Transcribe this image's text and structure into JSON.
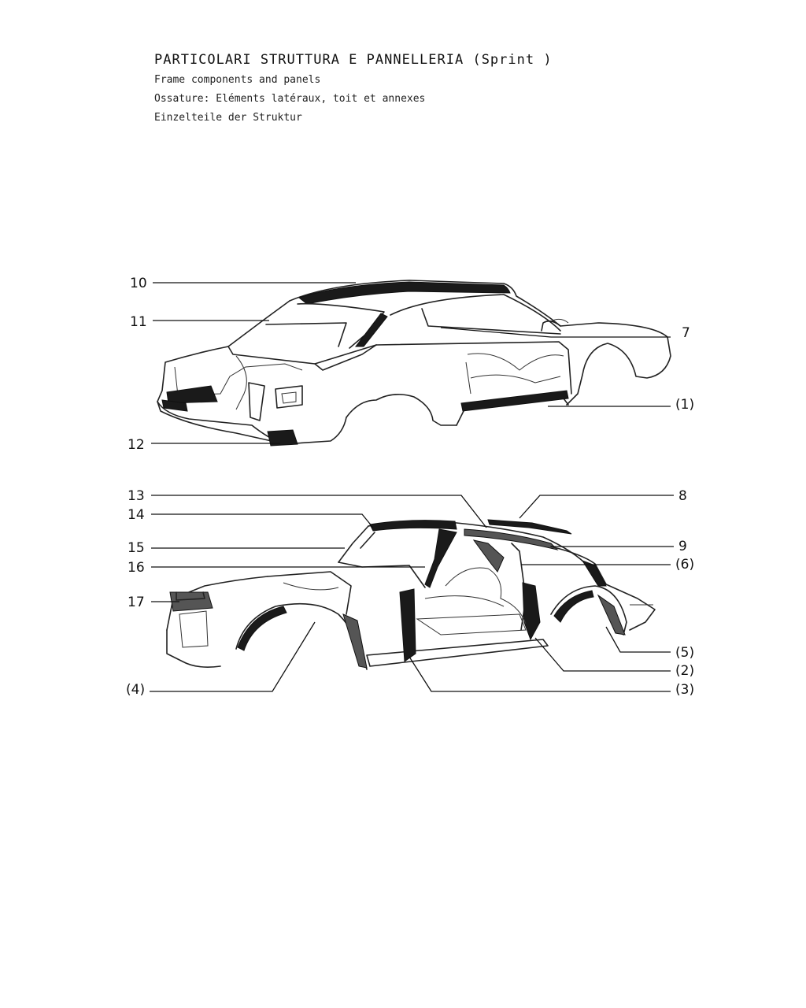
{
  "header": {
    "title": "PARTICOLARI STRUTTURA E PANNELLERIA (Sprint )",
    "subtitles": [
      "Frame components and panels",
      "Ossature: Eléments latéraux, toit et annexes",
      "Einzelteile der Struktur"
    ]
  },
  "diagram_top": {
    "name": "assembled-body",
    "callouts": [
      "10",
      "11",
      "12",
      "7",
      "(1)"
    ]
  },
  "diagram_bottom": {
    "name": "frame-components",
    "callouts": [
      "13",
      "14",
      "15",
      "16",
      "17",
      "(4)",
      "8",
      "9",
      "(6)",
      "(5)",
      "(2)",
      "(3)"
    ]
  }
}
